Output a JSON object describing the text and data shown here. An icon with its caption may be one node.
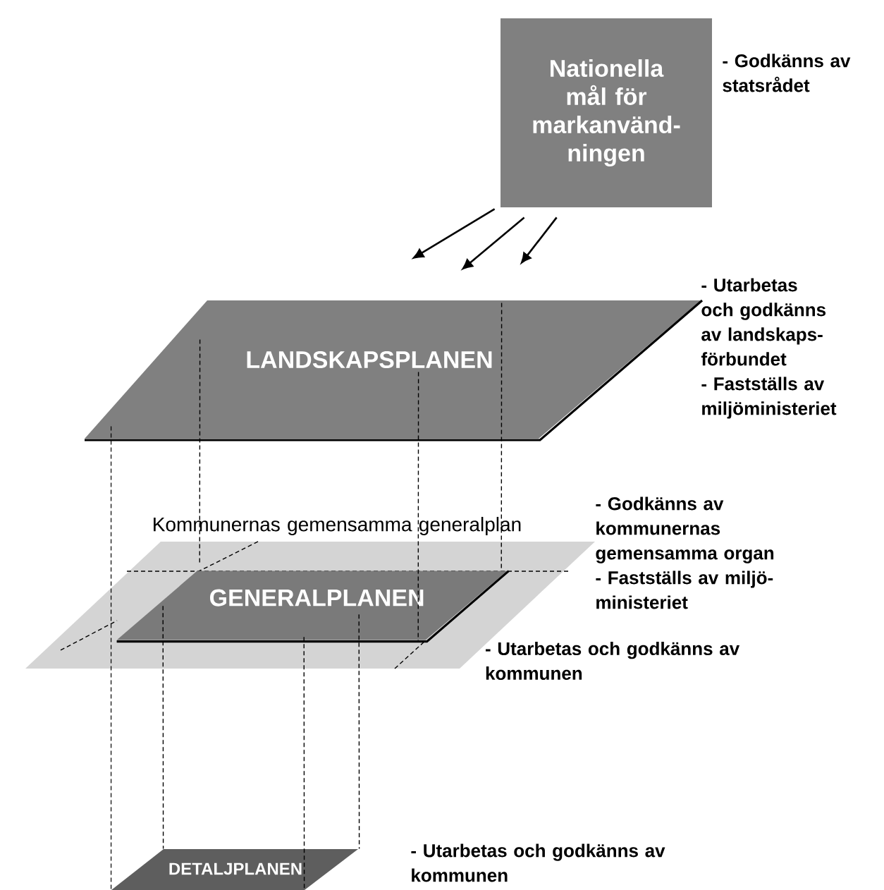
{
  "diagram": {
    "nodes": [
      {
        "text": [
          "Nationella mål för markanvänd- ningen"
        ],
        "beside": [
          "- Godkänns av statsrådet"
        ]
      },
      {
        "text": [
          "LANDSKAPSPLANEN"
        ],
        "beside": [
          "- Utarbetas och godkänns av landskaps- förbundet",
          "- Fastställs av miljöministeriet"
        ]
      },
      {
        "text": [
          "Kommunernas gemensamma generalplan"
        ],
        "beside": [
          "- Godkänns av kommunernas gemensamma organ",
          "- Fastställs av miljö- ministeriet"
        ]
      },
      {
        "text": [
          "GENERALPLANEN"
        ],
        "in": 2,
        "beside": [
          "- Utarbetas och godkänns av kommunen"
        ]
      },
      {
        "text": [
          "DETALJPLANEN"
        ],
        "beside": [
          "- Utarbetas och godkänns av kommunen"
        ]
      }
    ],
    "edges": [
      {
        "from": 0,
        "to": 1,
        "arrow": "to"
      },
      {
        "from": 0,
        "to": 1,
        "arrow": "to"
      },
      {
        "from": 0,
        "to": 1,
        "arrow": "to"
      },
      {
        "from": 1,
        "to": 4,
        "arrow": "none",
        "style": "dashed"
      },
      {
        "from": 1,
        "to": 3,
        "arrow": "none",
        "style": "dashed"
      },
      {
        "from": 1,
        "to": 3,
        "arrow": "none",
        "style": "dashed"
      },
      {
        "from": 1,
        "to": 3,
        "arrow": "none",
        "style": "dashed"
      },
      {
        "from": 3,
        "to": 4,
        "arrow": "none",
        "style": "dashed"
      },
      {
        "from": 3,
        "to": 4,
        "arrow": "none",
        "style": "dashed"
      },
      {
        "from": 3,
        "to": 4,
        "arrow": "none",
        "style": "dashed"
      }
    ]
  }
}
